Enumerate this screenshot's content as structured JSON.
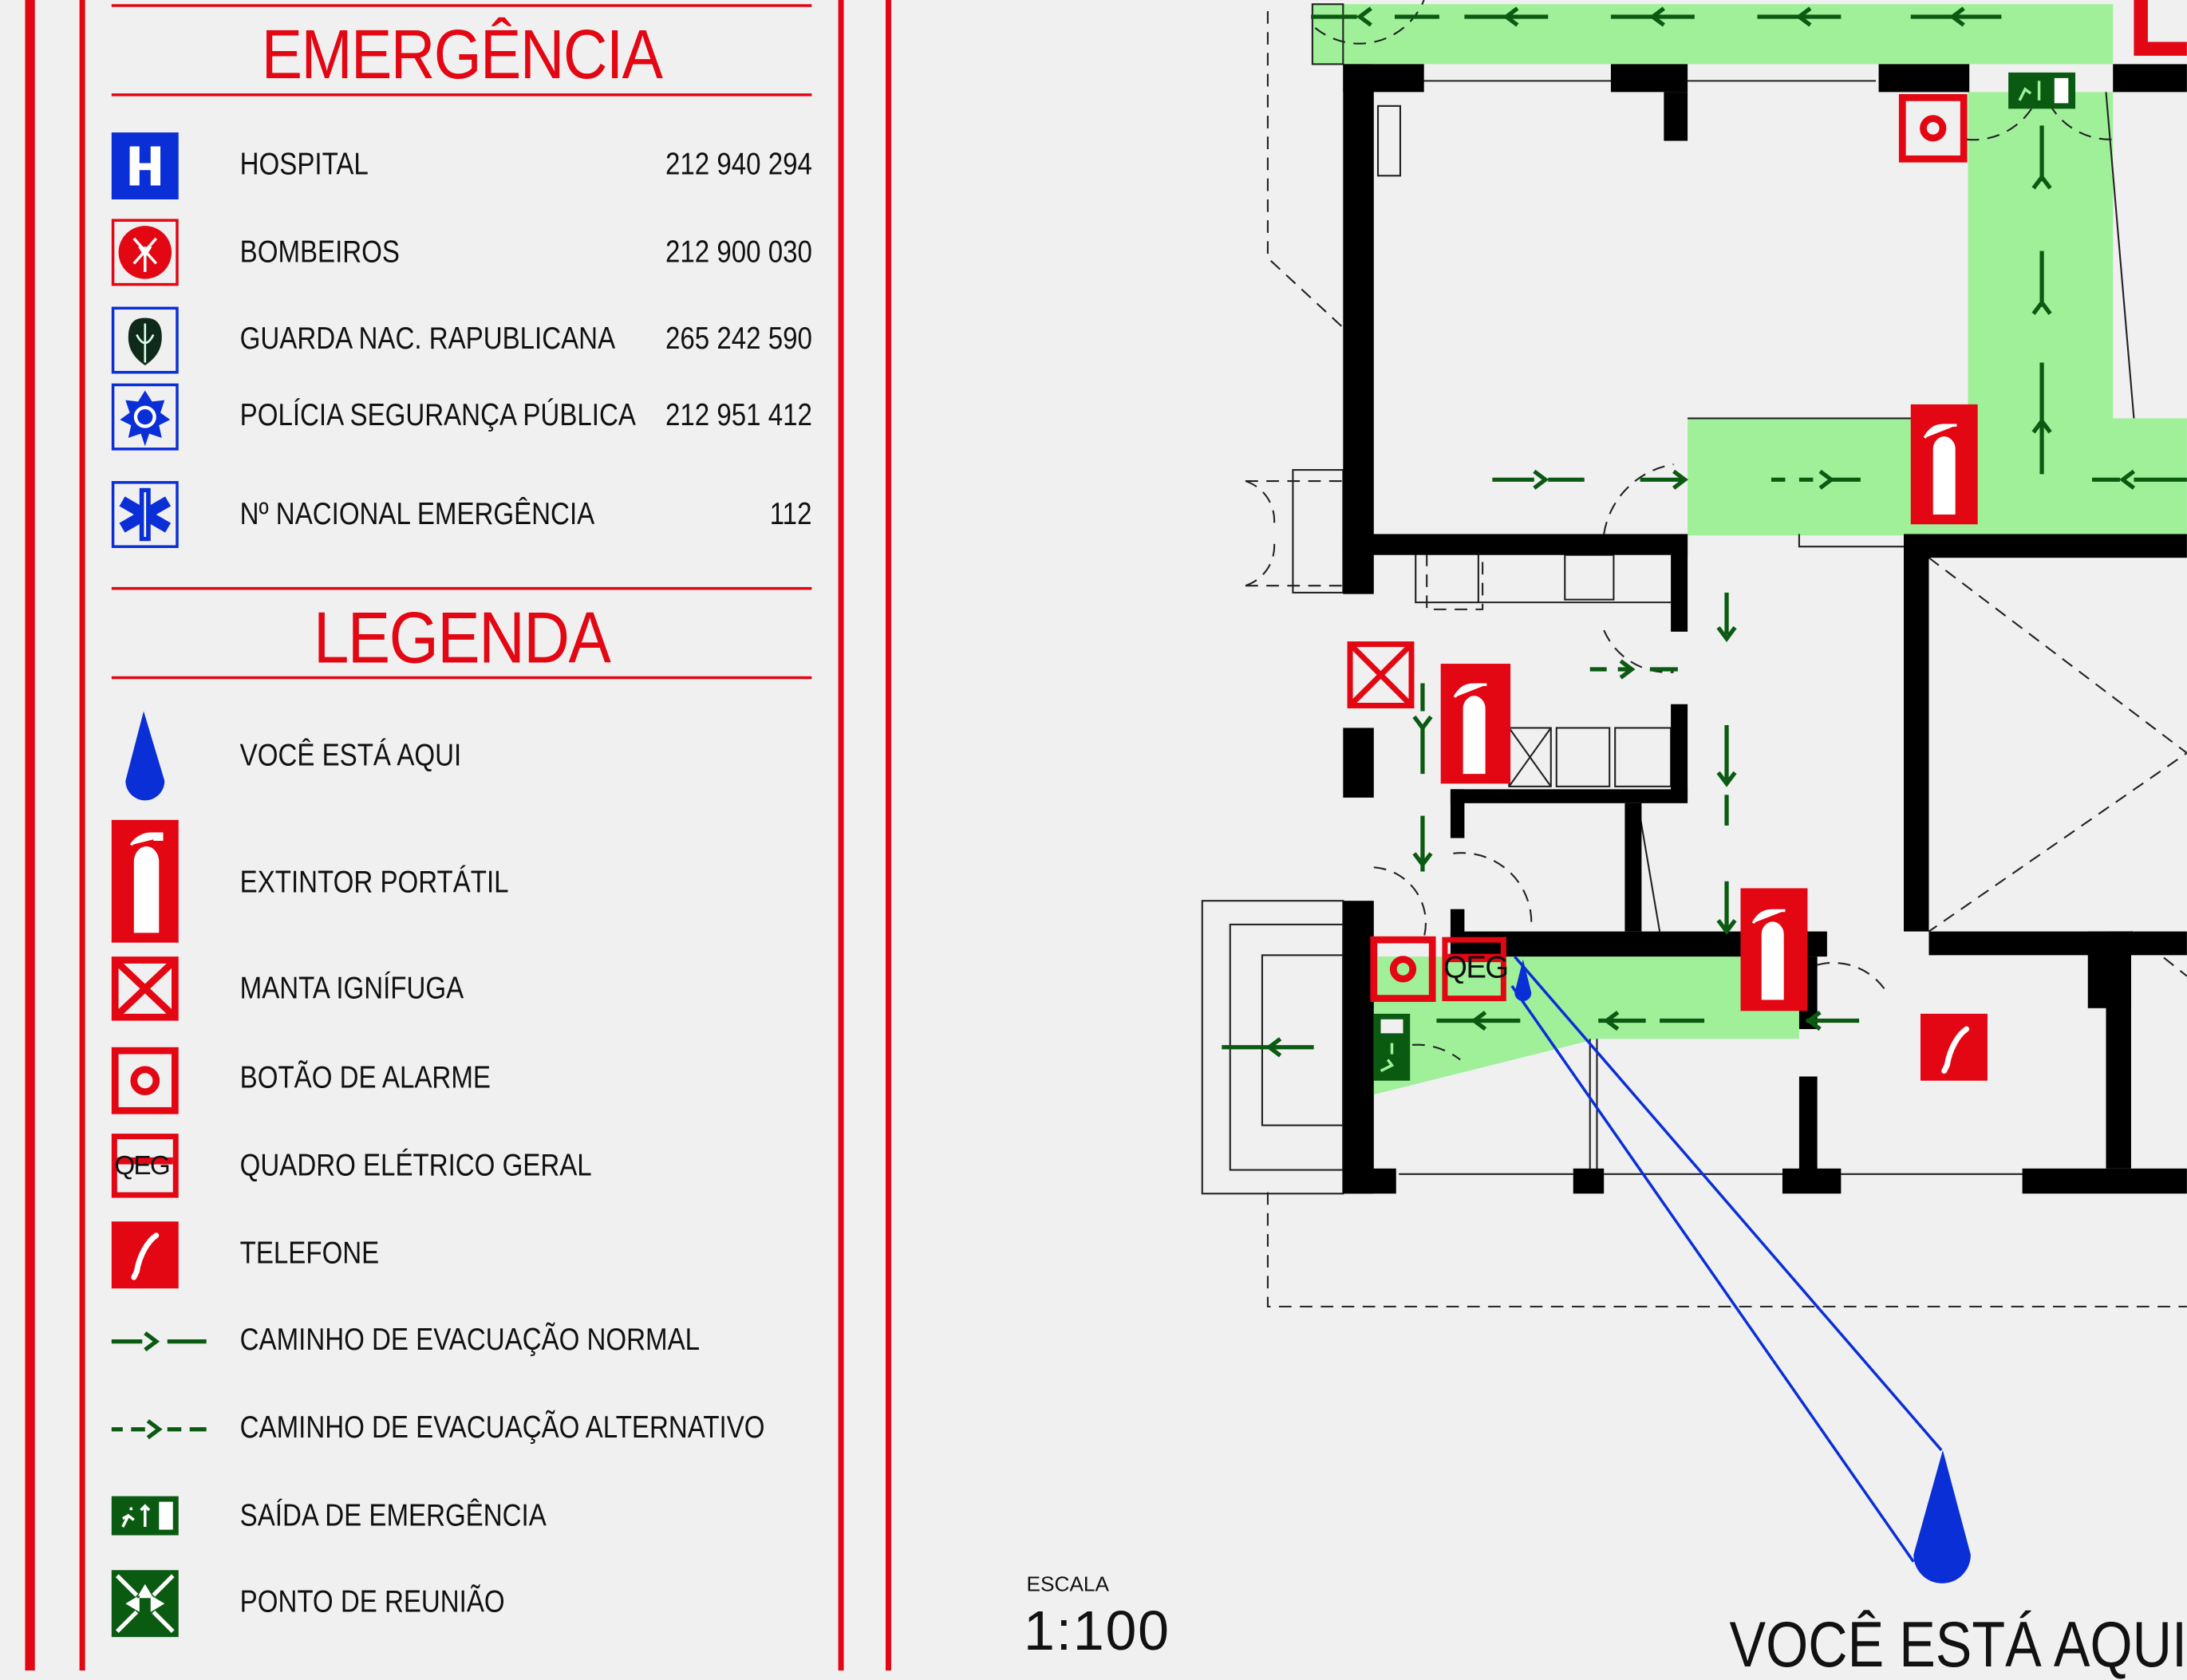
{
  "emergency": {
    "title": "EMERGÊNCIA",
    "contacts": [
      {
        "icon": "hospital-icon",
        "name": "HOSPITAL",
        "phone": "212 940 294"
      },
      {
        "icon": "firefighters-icon",
        "name": "BOMBEIROS",
        "phone": "212 900 030"
      },
      {
        "icon": "gnr-icon",
        "name": "GUARDA NAC. RAPUBLICANA",
        "phone": "265 242 590"
      },
      {
        "icon": "psp-icon",
        "name": "POLÍCIA SEGURANÇA PÚBLICA",
        "phone": "212 951 412"
      },
      {
        "icon": "star-of-life-icon",
        "name": "Nº NACIONAL EMERGÊNCIA",
        "phone": "112"
      }
    ]
  },
  "legend": {
    "title": "LEGENDA",
    "items": [
      {
        "icon": "you-are-here-icon",
        "label": "VOCÊ ESTÁ AQUI"
      },
      {
        "icon": "fire-extinguisher-icon",
        "label": "EXTINTOR PORTÁTIL"
      },
      {
        "icon": "fire-blanket-icon",
        "label": "MANTA IGNÍFUGA"
      },
      {
        "icon": "alarm-button-icon",
        "label": "BOTÃO DE ALARME"
      },
      {
        "icon": "electrical-panel-icon",
        "label": "QUADRO ELÉTRICO GERAL",
        "code": "QEG"
      },
      {
        "icon": "telephone-icon",
        "label": "TELEFONE"
      },
      {
        "icon": "normal-route-icon",
        "label": "CAMINHO DE EVACUAÇÃO NORMAL"
      },
      {
        "icon": "alternative-route-icon",
        "label": "CAMINHO DE EVACUAÇÃO ALTERNATIVO"
      },
      {
        "icon": "emergency-exit-icon",
        "label": "SAÍDA DE EMERGÊNCIA"
      },
      {
        "icon": "assembly-point-icon",
        "label": "PONTO DE REUNIÃO"
      }
    ]
  },
  "map": {
    "qeg_label": "QEG",
    "scale_label": "ESCALA",
    "scale_value": "1:100",
    "you_are_here": "VOCÊ ESTÁ AQUI"
  },
  "colors": {
    "red": "#e30613",
    "blue": "#0a2fd6",
    "route_green": "#0b5a12",
    "zone_green": "#a0f09a"
  }
}
